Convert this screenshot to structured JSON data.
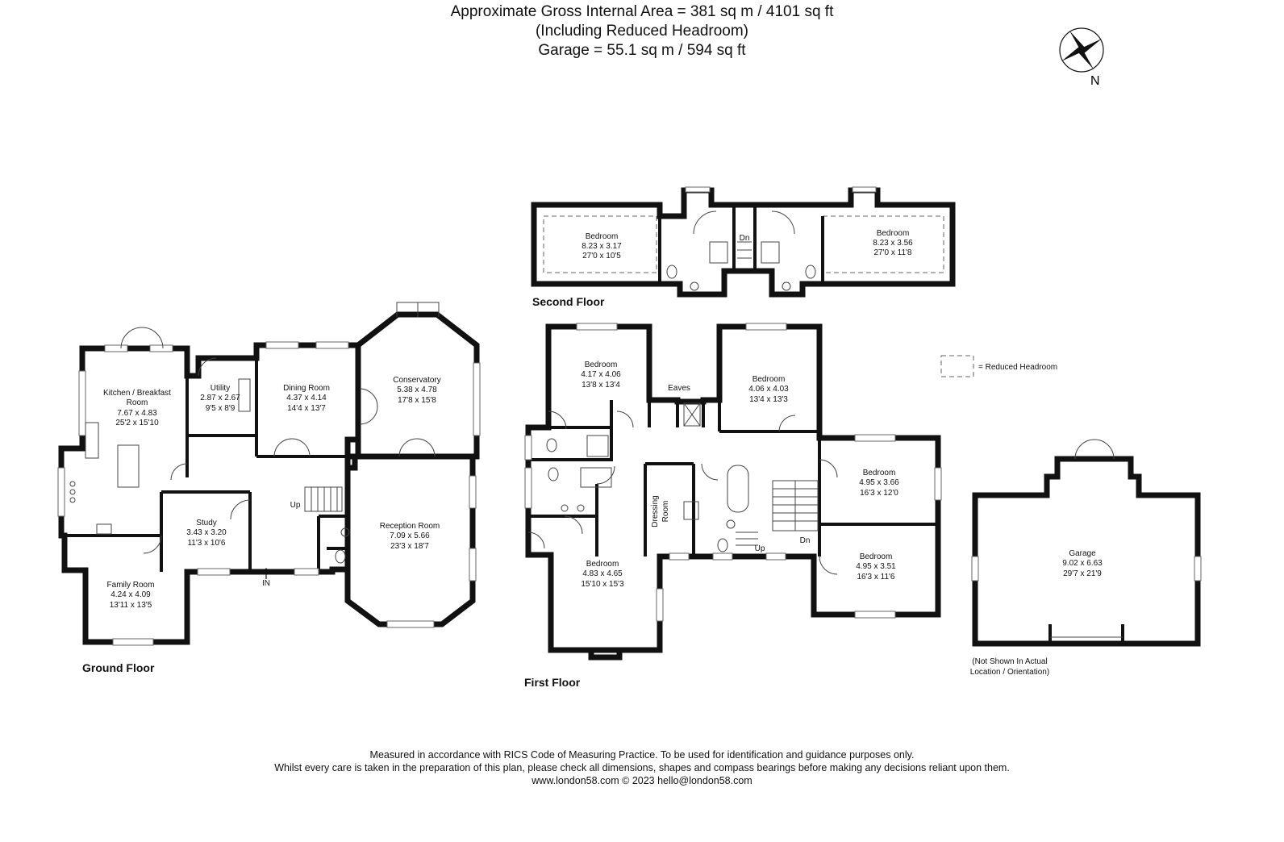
{
  "header": {
    "area": "Approximate Gross Internal Area = 381 sq m / 4101 sq ft",
    "note": "(Including Reduced Headroom)",
    "garage": "Garage = 55.1 sq m / 594 sq ft"
  },
  "compass": {
    "label": "N"
  },
  "legend": {
    "label": "= Reduced Headroom"
  },
  "floors": {
    "ground": "Ground Floor",
    "first": "First Floor",
    "second": "Second Floor"
  },
  "rooms": {
    "kitchen": {
      "name1": "Kitchen / Breakfast",
      "name2": "Room",
      "metric": "7.67 x 4.83",
      "imperial": "25'2 x 15'10"
    },
    "utility": {
      "name": "Utility",
      "metric": "2.87 x 2.67",
      "imperial": "9'5 x 8'9"
    },
    "dining": {
      "name": "Dining Room",
      "metric": "4.37 x 4.14",
      "imperial": "14'4 x 13'7"
    },
    "conservatory": {
      "name": "Conservatory",
      "metric": "5.38 x 4.78",
      "imperial": "17'8 x 15'8"
    },
    "study": {
      "name": "Study",
      "metric": "3.43 x 3.20",
      "imperial": "11'3 x 10'6"
    },
    "reception": {
      "name": "Reception Room",
      "metric": "7.09 x 5.66",
      "imperial": "23'3 x 18'7"
    },
    "family": {
      "name": "Family Room",
      "metric": "4.24 x 4.09",
      "imperial": "13'11 x 13'5"
    },
    "ff_bed1": {
      "name": "Bedroom",
      "metric": "4.17 x 4.06",
      "imperial": "13'8 x 13'4"
    },
    "ff_bed2": {
      "name": "Bedroom",
      "metric": "4.06 x 4.03",
      "imperial": "13'4 x 13'3"
    },
    "ff_bed3": {
      "name": "Bedroom",
      "metric": "4.95 x 3.66",
      "imperial": "16'3 x 12'0"
    },
    "ff_bed4": {
      "name": "Bedroom",
      "metric": "4.95 x 3.51",
      "imperial": "16'3 x 11'6"
    },
    "ff_bed5": {
      "name": "Bedroom",
      "metric": "4.83 x 4.65",
      "imperial": "15'10 x 15'3"
    },
    "sf_bed1": {
      "name": "Bedroom",
      "metric": "8.23 x 3.17",
      "imperial": "27'0 x 10'5"
    },
    "sf_bed2": {
      "name": "Bedroom",
      "metric": "8.23 x 3.56",
      "imperial": "27'0 x 11'8"
    },
    "garage": {
      "name": "Garage",
      "metric": "9.02 x 6.63",
      "imperial": "29'7 x 21'9"
    }
  },
  "labels": {
    "eaves": "Eaves",
    "dressing1": "Dressing",
    "dressing2": "Room",
    "up": "Up",
    "dn": "Dn",
    "in": "IN",
    "garage_note1": "(Not Shown In Actual",
    "garage_note2": "Location / Orientation)"
  },
  "footer": {
    "line1": "Measured in accordance with RICS Code of Measuring Practice. To be used for identification and guidance purposes only.",
    "line2": "Whilst every care is taken in the preparation of this plan, please check all dimensions, shapes and compass bearings before making any decisions reliant upon them.",
    "line3": "www.london58.com © 2023 hello@london58.com"
  }
}
